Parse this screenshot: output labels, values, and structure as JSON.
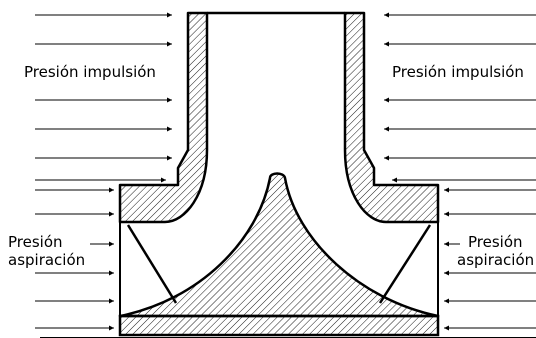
{
  "labels": {
    "discharge_left": "Presión impulsión",
    "discharge_right": "Presión impulsión",
    "suction_left_line1": "Presión",
    "suction_left_line2": "aspiración",
    "suction_right_line1": "Presión",
    "suction_right_line2": "aspiración"
  },
  "colors": {
    "stroke": "#000000",
    "background": "#ffffff"
  },
  "icons": [
    "pressure-arrow"
  ]
}
